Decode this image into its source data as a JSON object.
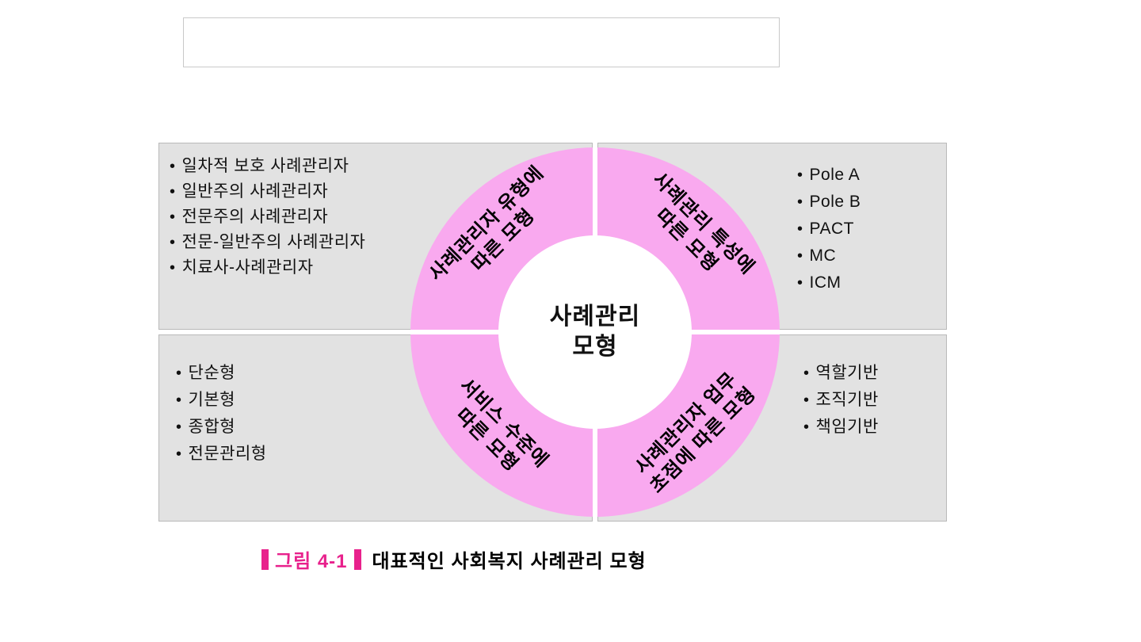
{
  "ui": {
    "bullet": "•"
  },
  "colors": {
    "ring": "#f9a9ef",
    "quadrant_bg": "#e2e2e2",
    "panel_border": "#b9b9b9",
    "box_border": "#c9c9c9",
    "accent": "#e8218c"
  },
  "diagram": {
    "center": {
      "line1": "사례관리",
      "line2": "모형"
    },
    "quadrants": {
      "top_left": {
        "ring_label": {
          "line1": "사례관리자 유형에",
          "line2": "따른 모형"
        },
        "items": [
          "일차적 보호 사례관리자",
          "일반주의 사례관리자",
          "전문주의 사례관리자",
          "전문-일반주의 사례관리자",
          "치료사-사례관리자"
        ]
      },
      "top_right": {
        "ring_label": {
          "line1": "사례관리 특성에",
          "line2": "따른 모형"
        },
        "items": [
          "Pole A",
          "Pole B",
          "PACT",
          "MC",
          "ICM"
        ]
      },
      "bottom_left": {
        "ring_label": {
          "line1": "서비스 수준에",
          "line2": "따른 모형"
        },
        "items": [
          "단순형",
          "기본형",
          "종합형",
          "전문관리형"
        ]
      },
      "bottom_right": {
        "ring_label": {
          "line1": "사례관리자 업무",
          "line2": "초점에 따른 모형"
        },
        "items": [
          "역할기반",
          "조직기반",
          "책임기반"
        ]
      }
    }
  },
  "caption": {
    "figure_label": "그림 4-1",
    "text": "대표적인 사회복지 사례관리 모형"
  }
}
